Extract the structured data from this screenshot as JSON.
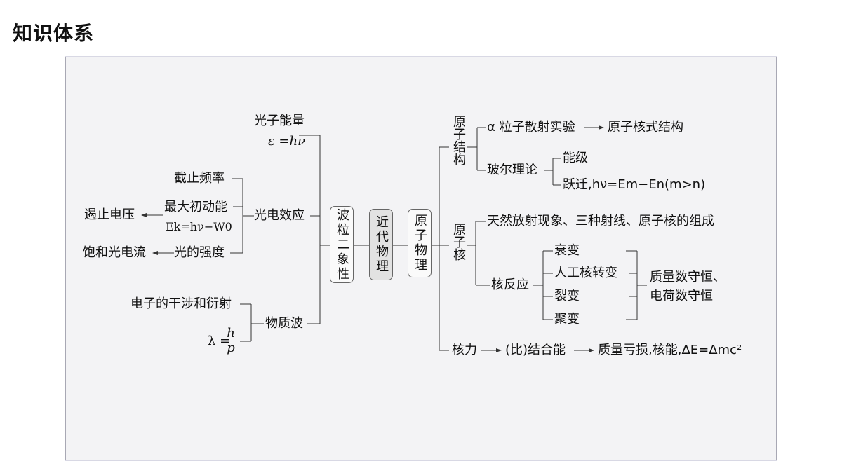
{
  "page_title": "知识体系",
  "center": {
    "modern_physics": "近代物理",
    "wave_particle": "波粒二象性",
    "atomic_physics": "原子物理"
  },
  "left": {
    "photon_energy": {
      "label": "光子能量",
      "formula": "ε =hν"
    },
    "photoelectric": {
      "label": "光电效应",
      "cutoff_freq": "截止频率",
      "max_ke": "最大初动能",
      "ek_formula": "Ek=hν−W0",
      "cutoff_voltage": "遏止电压",
      "intensity": "光的强度",
      "saturation_current": "饱和光电流"
    },
    "matter_wave": {
      "label": "物质波",
      "interference": "电子的干涉和衍射",
      "lambda": "λ =",
      "h": "h",
      "p": "p"
    }
  },
  "right": {
    "atomic_structure": {
      "label": "原子结构",
      "alpha": "α 粒子散射实验",
      "nuclear_model": "原子核式结构",
      "bohr": "玻尔理论",
      "energy_level": "能级",
      "transition": "跃迁,hν=Em−En(m>n)"
    },
    "nucleus": {
      "label": "原子核",
      "radiation": "天然放射现象、三种射线、原子核的组成",
      "reaction": "核反应",
      "decay": "衰变",
      "artificial": "人工核转变",
      "fission": "裂变",
      "fusion": "聚变",
      "conservation_1": "质量数守恒、",
      "conservation_2": "电荷数守恒"
    },
    "nuclear_force": {
      "label": "核力",
      "binding": "(比)结合能",
      "mass_defect": "质量亏损,核能,ΔE=Δmc²"
    }
  }
}
